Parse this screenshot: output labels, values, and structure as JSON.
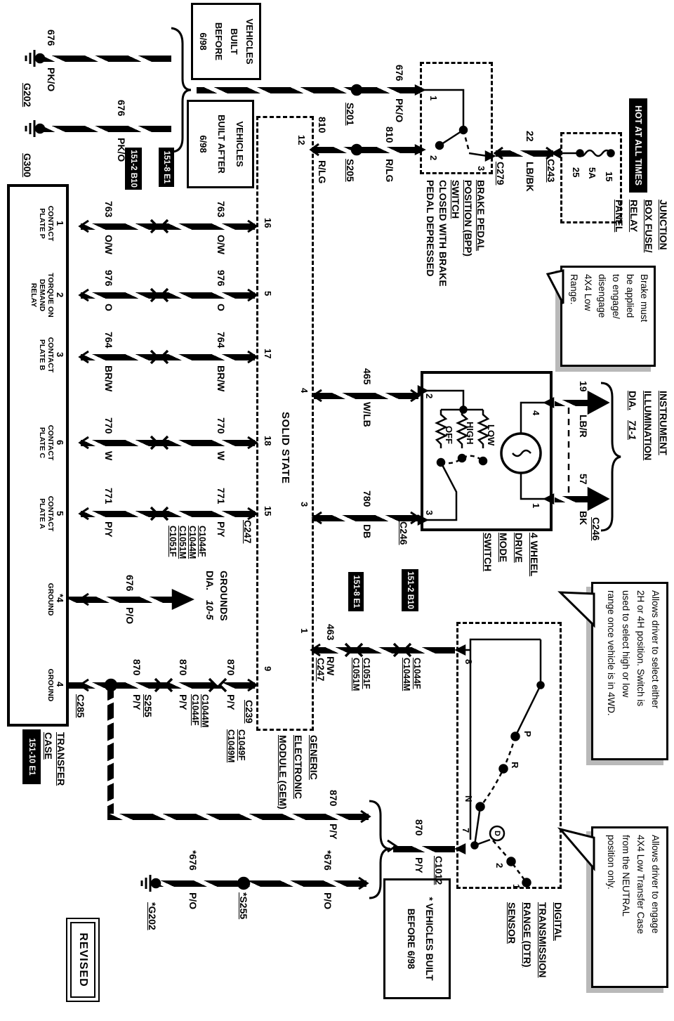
{
  "power": {
    "hot_label": "HOT AT ALL TIMES",
    "panel_name": [
      "JUNCTION",
      "BOX FUSE/",
      "RELAY",
      "PANEL"
    ],
    "fuse_row": "15",
    "fuse_rating": "5A",
    "fuse_cavity": "25",
    "connector": "C243",
    "wire": {
      "num": "22",
      "color": "LB/BK"
    },
    "connector2": "C279"
  },
  "bpp": {
    "pin1": "1",
    "pin2": "2",
    "pin3": "3",
    "name": [
      "BRAKE PEDAL",
      "POSITION (BPP)",
      "SWITCH"
    ],
    "note": [
      "CLOSED WITH BRAKE",
      "PEDAL DEPRESSED"
    ],
    "callout": [
      "Brake must",
      "be applied",
      "to engage/",
      "disengage",
      "4X4 Low",
      "Range."
    ]
  },
  "left": {
    "wire676": {
      "num": "676",
      "color": "PK/O"
    },
    "splice1": "S201",
    "wire810": {
      "num": "810",
      "color": "R/LG"
    },
    "splice2": "S205",
    "gnd1": {
      "num": "676",
      "color": "PK/O",
      "name": "G202"
    },
    "gnd2": {
      "num": "676",
      "color": "PK/O",
      "name": "G300"
    },
    "veh_before": [
      "VEHICLES",
      "BUILT",
      "BEFORE",
      "6/98"
    ],
    "veh_after": [
      "VEHICLES",
      "BUILT AFTER",
      "6/98"
    ]
  },
  "gem": {
    "solid_state": "SOLID STATE",
    "name": [
      "GENERIC",
      "ELECTRONIC",
      "MODULE (GEM)"
    ],
    "pins_top": {
      "p12": "12",
      "p4": "4",
      "p3": "3",
      "p1": "1"
    },
    "pins_bottom": {
      "p16": "16",
      "p5": "5",
      "p17": "17",
      "p18": "18",
      "p15": "15",
      "p9": "9"
    },
    "c247_top": "C247",
    "c247_bottom": "C247",
    "c239": "C239"
  },
  "refs": {
    "r1": "151-2 B10",
    "r2": "151-8 E1",
    "r3": "151-8 E1",
    "r4": "151-2 B10",
    "r5": "151-10 E1"
  },
  "bundle": {
    "wires": [
      {
        "num": "763",
        "color": "O/W"
      },
      {
        "num": "976",
        "color": "O"
      },
      {
        "num": "764",
        "color": "BR/W"
      },
      {
        "num": "770",
        "color": "W"
      },
      {
        "num": "771",
        "color": "P/Y"
      }
    ],
    "conn_labels": [
      "C1044F",
      "C1044M",
      "C1051M",
      "C1051F"
    ]
  },
  "tcase": {
    "name": [
      "TRANSFER",
      "CASE"
    ],
    "connector": "C285",
    "pins": [
      {
        "n": "1",
        "lines": [
          "CONTACT",
          "PLATE P"
        ]
      },
      {
        "n": "2",
        "lines": [
          "TORQUE ON",
          "DEMAND",
          "RELAY"
        ]
      },
      {
        "n": "3",
        "lines": [
          "CONTACT",
          "PLATE B"
        ]
      },
      {
        "n": "6",
        "lines": [
          "CONTACT",
          "PLATE C"
        ]
      },
      {
        "n": "5",
        "lines": [
          "CONTACT",
          "PLATE A"
        ]
      },
      {
        "n": "*4",
        "lines": [
          "GROUND"
        ]
      },
      {
        "n": "4",
        "lines": [
          "GROUND"
        ]
      }
    ]
  },
  "grounds_ref": {
    "wire": {
      "num": "676",
      "color": "P/O"
    },
    "text": "GROUNDS",
    "dia": "DIA.",
    "dia_num": "10-5"
  },
  "w870": {
    "seg1": {
      "num": "870",
      "color": "P/Y"
    },
    "splice": "S255",
    "c1044m": "C1044M",
    "c1044f": "C1044F",
    "seg2": {
      "num": "870",
      "color": "P/Y"
    },
    "c1049f": "C1049F",
    "c1049m": "C1049M",
    "seg3": {
      "num": "870",
      "color": "P/Y"
    },
    "branch": {
      "num": "870",
      "color": "P/Y"
    },
    "merged": {
      "num": "870",
      "color": "P/Y"
    },
    "c1012": "C1012"
  },
  "w676s": {
    "a": {
      "num": "*676",
      "color": "P/O"
    },
    "b": {
      "num": "*676",
      "color": "P/O"
    },
    "splice": "*S255",
    "gnd": "*G202",
    "veh_note": [
      "* VEHICLES BUILT",
      "BEFORE 6/98"
    ]
  },
  "w463": {
    "num": "463",
    "color": "R/W",
    "c1051f": "C1051F",
    "c1051m": "C1051M",
    "c1044f": "C1044F",
    "c1044m": "C1044M"
  },
  "dtr": {
    "pin8": "8",
    "pin7": "7",
    "pos_p": "P",
    "pos_r": "R",
    "pos_n": "N",
    "pos_d": "D",
    "pos_2": "2",
    "pos_1": "1",
    "name": [
      "DIGITAL",
      "TRANSMISSION",
      "RANGE (DTR)",
      "SENSOR"
    ],
    "callout_select": [
      "Allows driver to select either",
      "2H or 4H position. Switch is",
      "used to select high or low",
      "range once vehicle is in 4WD."
    ],
    "callout_neutral": [
      "Allows driver to engage",
      "4X4 Low Transfer Case",
      "from the NEUTRAL",
      "position only."
    ]
  },
  "mode": {
    "pin2": "2",
    "pin3": "3",
    "pin4": "4",
    "pin1": "1",
    "off": "OFF",
    "high": "HIGH",
    "low": "LOW",
    "name": [
      "4 WHEEL",
      "DRIVE",
      "MODE",
      "SWITCH"
    ],
    "c246": "C246",
    "c246b": "C246",
    "w465": {
      "num": "465",
      "color": "W/LB"
    },
    "w780": {
      "num": "780",
      "color": "DB"
    },
    "w19": {
      "num": "19",
      "color": "LB/R"
    },
    "w57": {
      "num": "57",
      "color": "BK"
    },
    "illum": [
      "INSTRUMENT",
      "ILLUMINATION"
    ],
    "illum_dia": "DIA.",
    "illum_ref": "71-1"
  },
  "revised": "REVISED"
}
